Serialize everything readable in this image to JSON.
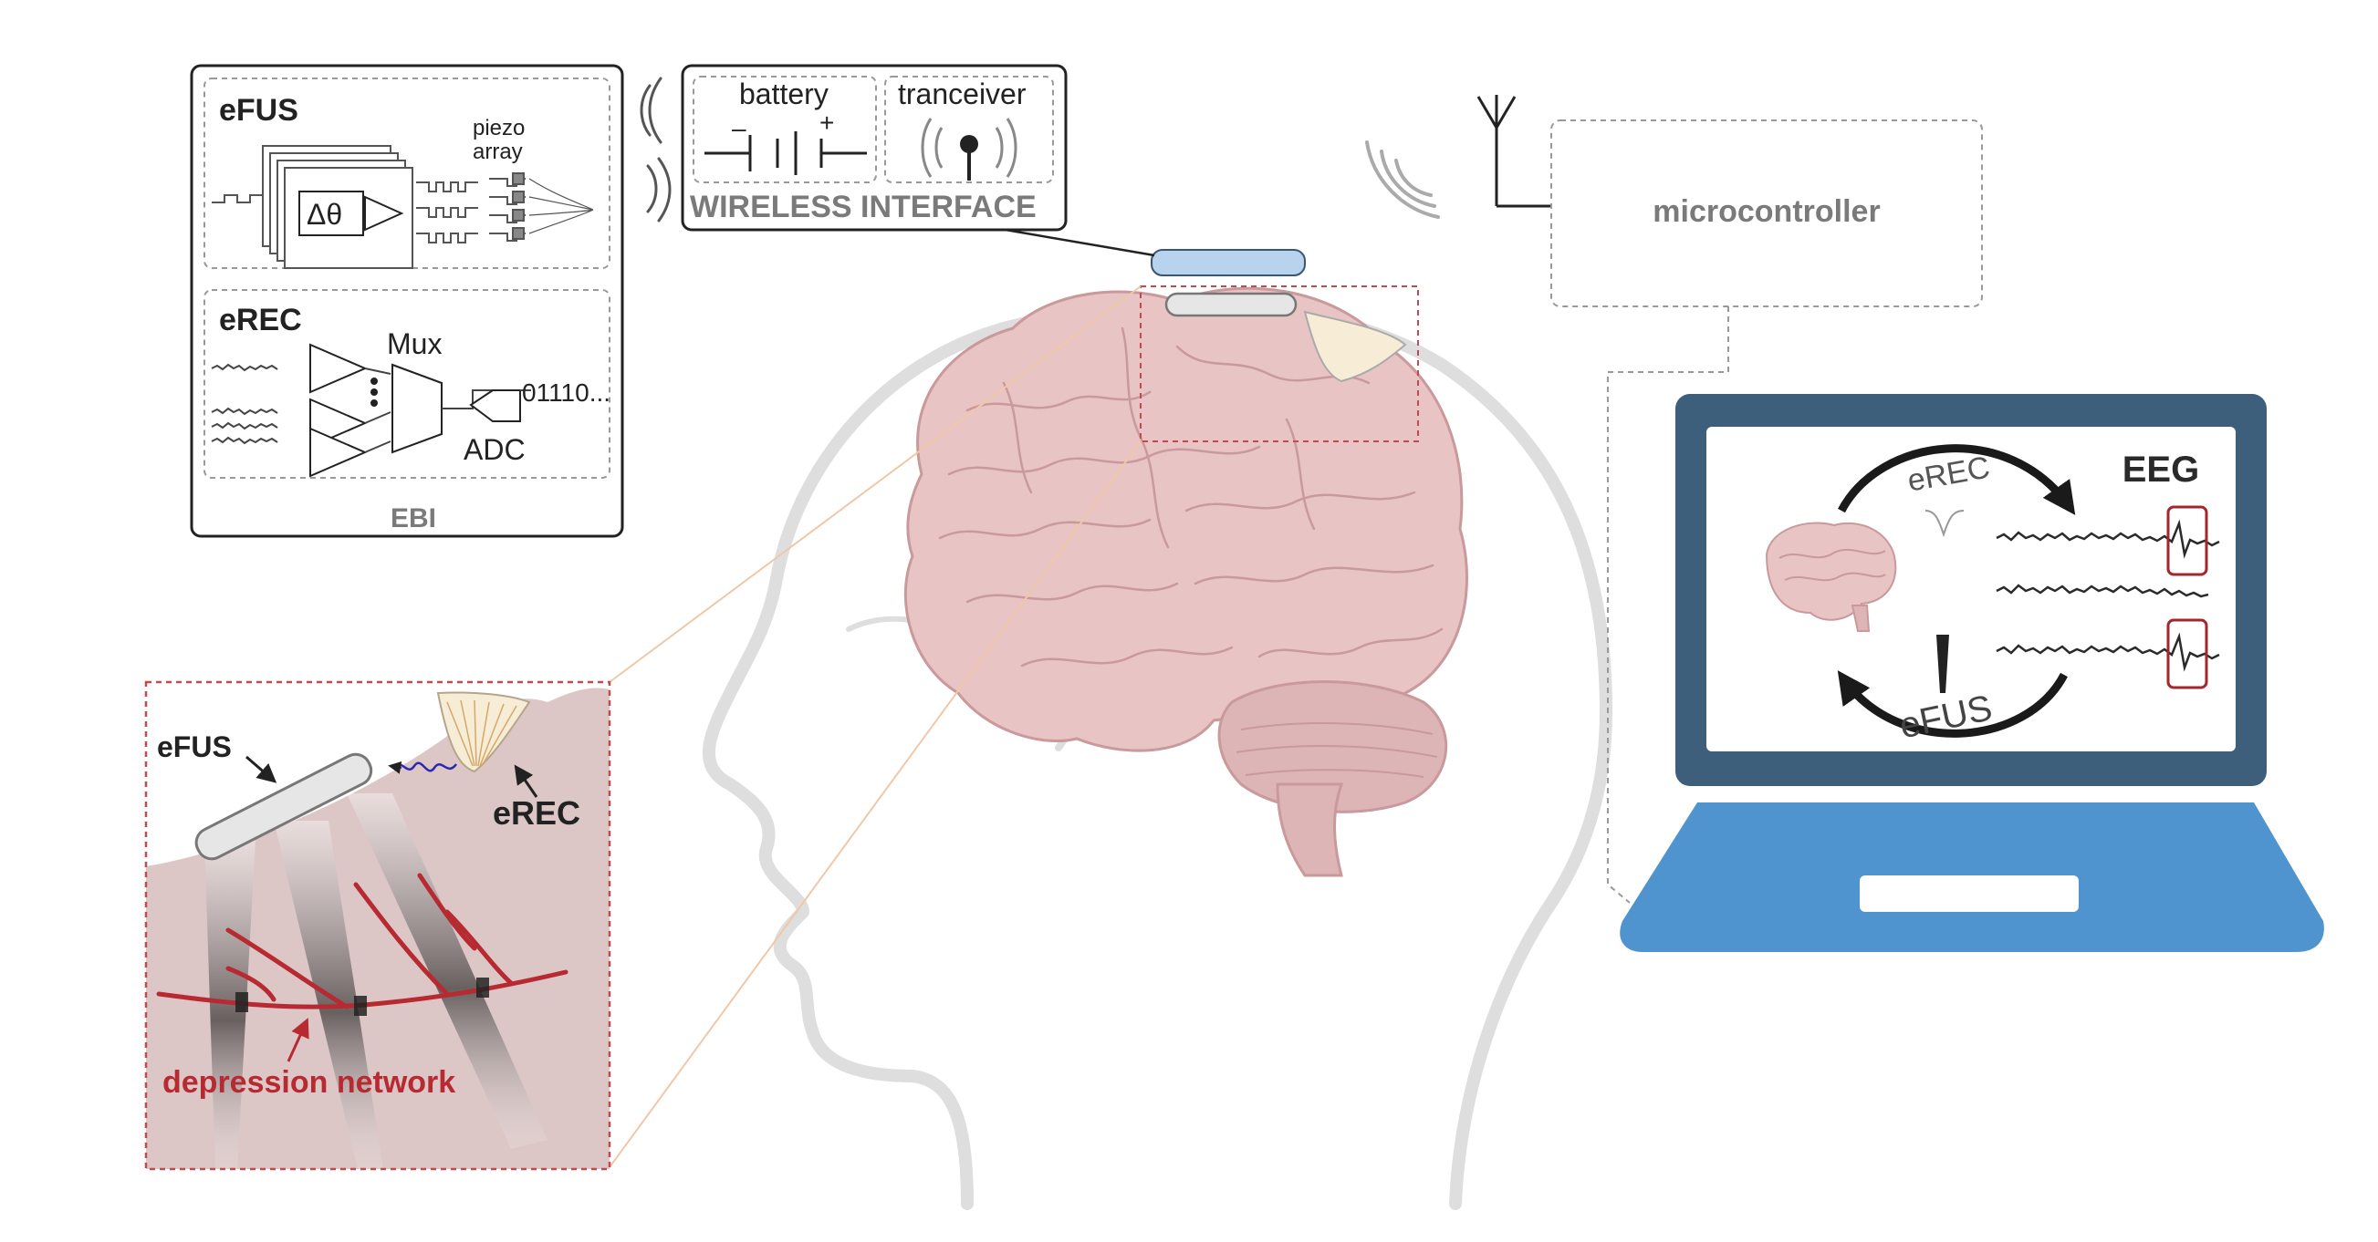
{
  "ebi": {
    "efus_title": "eFUS",
    "delta_theta": "Δθ",
    "piezo_line1": "piezo",
    "piezo_line2": "array",
    "erec_title": "eREC",
    "mux": "Mux",
    "adc": "ADC",
    "bits": "01110...",
    "footer": "EBI"
  },
  "wireless": {
    "battery": "battery",
    "minus": "–",
    "plus": "+",
    "transceiver": "tranceiver",
    "title": "WIRELESS INTERFACE"
  },
  "microcontroller": {
    "label": "microcontroller"
  },
  "inset": {
    "efus": "eFUS",
    "erec": "eREC",
    "network": "depression network"
  },
  "laptop": {
    "eeg": "EEG",
    "erec": "eREC",
    "efus": "eFUS"
  },
  "colors": {
    "frame": "#222222",
    "dashed": "#999999",
    "grey_text": "#7a7a7a",
    "device_blue": "#b8d3ee",
    "laptop_frame": "#3d5f7c",
    "laptop_base": "#4f93cf",
    "brain_fill": "#e8c4c4",
    "brain_line": "#c9999b",
    "network_red": "#b72a32",
    "inset_fill": "#dcc7c6",
    "head_line": "#dcdcdc",
    "alert_box": "#a3282d"
  }
}
